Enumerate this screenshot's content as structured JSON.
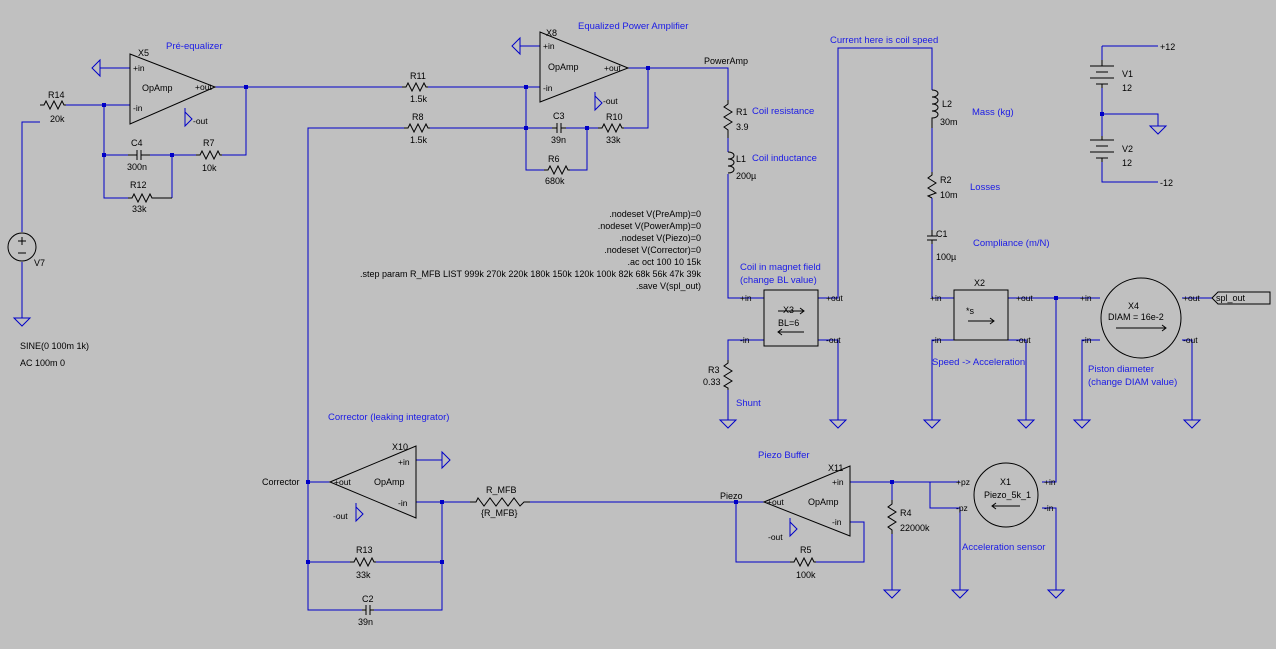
{
  "labels": {
    "pre_equalizer": "Pré-equalizer",
    "equalized_power_amplifier": "Equalized Power Amplifier",
    "current_coil_speed": "Current here is coil speed",
    "coil_resistance": "Coil resistance",
    "coil_inductance": "Coil inductance",
    "coil_magnet_1": "Coil in magnet field",
    "coil_magnet_2": "(change BL value)",
    "mass": "Mass (kg)",
    "losses": "Losses",
    "compliance": "Compliance (m/N)",
    "speed_accel": "Speed -> Acceleration",
    "piston_1": "Piston diameter",
    "piston_2": "(change DIAM value)",
    "shunt": "Shunt",
    "corrector": "Corrector (leaking integrator)",
    "piezo_buffer": "Piezo Buffer",
    "accel_sensor": "Acceleration sensor"
  },
  "directives": [
    ".nodeset V(PreAmp)=0",
    ".nodeset V(PowerAmp)=0",
    ".nodeset V(Piezo)=0",
    ".nodeset V(Corrector)=0",
    ".ac oct 100 10 15k",
    ".step param R_MFB LIST 999k 270k 220k 180k 150k 120k 100k 82k 68k 56k 47k 39k",
    ".save V(spl_out)"
  ],
  "nets": {
    "power_amp": "PowerAmp",
    "corrector": "Corrector",
    "piezo": "Piezo",
    "spl_out": "spl_out",
    "plus12_top": "+12",
    "minus12": "-12"
  },
  "pins": {
    "in_plus": "+in",
    "in_minus": "-in",
    "out_plus": "+out",
    "out_minus": "-out",
    "pz_plus": "+pz",
    "pz_minus": "-pz"
  },
  "components": {
    "X5": {
      "ref": "X5",
      "value": "OpAmp"
    },
    "X8": {
      "ref": "X8",
      "value": "OpAmp"
    },
    "X10": {
      "ref": "X10",
      "value": "OpAmp"
    },
    "X11": {
      "ref": "X11",
      "value": "OpAmp"
    },
    "X3": {
      "ref": "X3",
      "value": "BL=6"
    },
    "X2": {
      "ref": "X2",
      "value": "*s"
    },
    "X4": {
      "ref": "X4",
      "value": "DIAM = 16e-2"
    },
    "X1": {
      "ref": "X1",
      "value": "Piezo_5k_1"
    },
    "R14": {
      "ref": "R14",
      "value": "20k"
    },
    "R11": {
      "ref": "R11",
      "value": "1.5k"
    },
    "R8": {
      "ref": "R8",
      "value": "1.5k"
    },
    "R7": {
      "ref": "R7",
      "value": "10k"
    },
    "R12": {
      "ref": "R12",
      "value": "33k"
    },
    "R10": {
      "ref": "R10",
      "value": "33k"
    },
    "R6": {
      "ref": "R6",
      "value": "680k"
    },
    "R1": {
      "ref": "R1",
      "value": "3.9"
    },
    "R2": {
      "ref": "R2",
      "value": "10m"
    },
    "R3": {
      "ref": "R3",
      "value": "0.33"
    },
    "R4": {
      "ref": "R4",
      "value": "22000k"
    },
    "R5": {
      "ref": "R5",
      "value": "100k"
    },
    "R13": {
      "ref": "R13",
      "value": "33k"
    },
    "R_MFB": {
      "ref": "R_MFB",
      "value": "{R_MFB}"
    },
    "C4": {
      "ref": "C4",
      "value": "300n"
    },
    "C3": {
      "ref": "C3",
      "value": "39n"
    },
    "C1": {
      "ref": "C1",
      "value": "100µ"
    },
    "C2": {
      "ref": "C2",
      "value": "39n"
    },
    "L1": {
      "ref": "L1",
      "value": "200µ"
    },
    "L2": {
      "ref": "L2",
      "value": "30m"
    },
    "V1": {
      "ref": "V1",
      "value": "12"
    },
    "V2": {
      "ref": "V2",
      "value": "12"
    },
    "V7": {
      "ref": "V7",
      "value_1": "SINE(0 100m 1k)",
      "value_2": "AC 100m 0"
    }
  }
}
